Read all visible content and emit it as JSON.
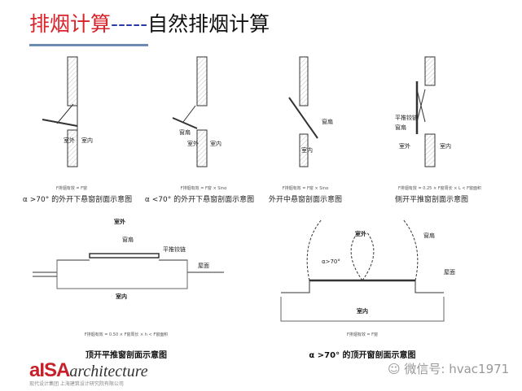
{
  "title": {
    "main": "排烟计算",
    "dashes": "-----",
    "sub": "自然排烟计算"
  },
  "labels": {
    "outdoor": "室外",
    "indoor": "室内",
    "sash": "窗扇",
    "hinge": "平推铰链",
    "roof": "屋面",
    "angle70": "α>70°"
  },
  "diagrams": [
    {
      "formula": "F排烟有效 = F窗",
      "caption": "α >70° 的外开下悬窗剖面示意图"
    },
    {
      "formula": "F排烟有效 = F窗 × Sinα",
      "caption": "α <70° 的外开下悬窗剖面示意图"
    },
    {
      "formula": "F排烟有效 = F窗 × Sinα",
      "caption": "外开中悬窗剖面示意图"
    },
    {
      "formula": "F排烟有效 = 0.25 × F窗周长 × L < F窗面积",
      "caption": "侧开平推窗剖面示意图"
    },
    {
      "formula": "F排烟有效 = 0.50 × F窗周长 × h < F窗面积",
      "caption": "顶开平推窗剖面示意图"
    },
    {
      "formula": "F排烟有效 = F窗",
      "caption": "α >70° 的顶开窗剖面示意图"
    }
  ],
  "logo": {
    "ais": "aISA",
    "arch": "architecture",
    "sub": "现代设计集团 上海建筑设计研究院有限公司"
  },
  "watermark": "微信号: hvac1971"
}
